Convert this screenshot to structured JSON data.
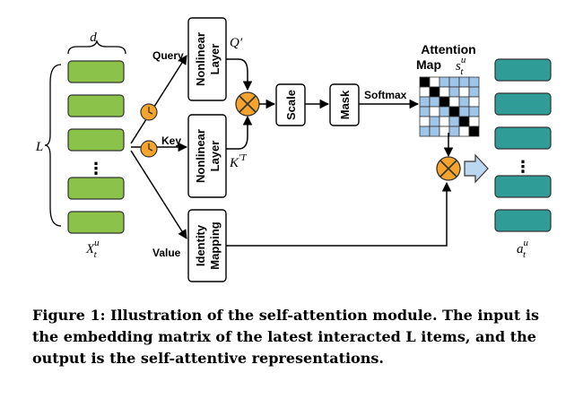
{
  "input": {
    "dim_label": "d",
    "len_label": "L",
    "matrix_label": "X",
    "matrix_sup": "u",
    "matrix_sub": "t",
    "ellipsis": "⋮"
  },
  "branches": {
    "query_label": "Query",
    "key_label": "Key",
    "value_label": "Value"
  },
  "boxes": {
    "nonlinear_line1": "Nonlinear",
    "nonlinear_line2": "Layer",
    "identity_line1": "Identity",
    "identity_line2": "Mapping",
    "scale": "Scale",
    "mask": "Mask"
  },
  "symbols": {
    "q_label": "Q′",
    "k_label": "K′T",
    "softmax_label": "Softmax",
    "clock_icon": "clock-icon",
    "multiply_icon": "multiply-icon"
  },
  "attention_map": {
    "title_line1": "Attention",
    "title_line2": "Map",
    "symbol": "s",
    "sup": "u",
    "sub": "t",
    "grid": [
      [
        "B",
        "W",
        "L",
        "L",
        "L",
        "L"
      ],
      [
        "W",
        "B",
        "W",
        "L",
        "W",
        "L"
      ],
      [
        "L",
        "L",
        "B",
        "W",
        "L",
        "W"
      ],
      [
        "L",
        "W",
        "L",
        "B",
        "L",
        "L"
      ],
      [
        "W",
        "L",
        "W",
        "L",
        "B",
        "W"
      ],
      [
        "L",
        "L",
        "W",
        "L",
        "W",
        "B"
      ]
    ]
  },
  "output": {
    "label": "a",
    "sup": "u",
    "sub": "t",
    "ellipsis": "⋮"
  },
  "caption": "Figure 1: Illustration of the self-attention module. The input is the embedding matrix of the latest interacted L items, and the output is the self-attentive representations.",
  "colors": {
    "input_fill": "#8bc34a",
    "output_fill": "#2f9c98",
    "clock_fill": "#f4a32d",
    "multiply_fill": "#f4a32d",
    "map_black": "#000000",
    "map_light": "#9fc5e8",
    "map_white": "#ffffff",
    "output_arrow": "#bcd7f0"
  }
}
